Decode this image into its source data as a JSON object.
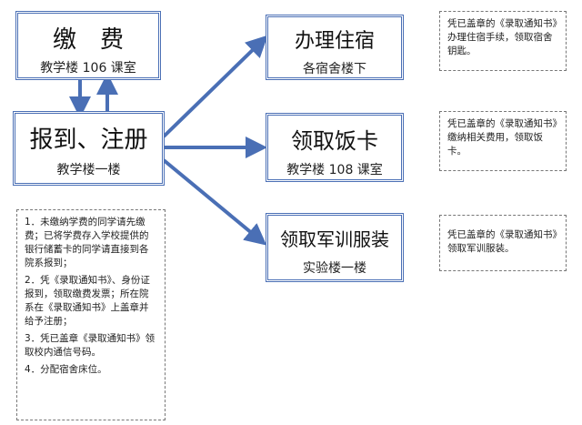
{
  "nodes": {
    "payment": {
      "title": "缴　费",
      "sub": "教学楼 106 课室"
    },
    "register": {
      "title": "报到、注册",
      "sub": "教学楼一楼"
    },
    "dorm": {
      "title": "办理住宿",
      "sub": "各宿舍楼下"
    },
    "mealcard": {
      "title": "领取饭卡",
      "sub": "教学楼 108 课室"
    },
    "uniform": {
      "title": "领取军训服装",
      "sub": "实验楼一楼"
    }
  },
  "notes": {
    "dorm": "凭已盖章的《录取通知书》办理住宿手续，领取宿舍钥匙。",
    "mealcard": "凭已盖章的《录取通知书》缴纳相关费用，领取饭卡。",
    "uniform": "凭已盖章的《录取通知书》领取军训服装。",
    "register": [
      "1．未缴纳学费的同学请先缴费；已将学费存入学校提供的银行储蓄卡的同学请直接到各院系报到；",
      "2．凭《录取通知书》、身份证报到，领取缴费发票；所在院系在《录取通知书》上盖章并给予注册；",
      "3．凭已盖章《录取通知书》领取校内通信号码。",
      "4．分配宿舍床位。"
    ]
  },
  "pilcrow": "↵",
  "colors": {
    "border": "#4a6fb5",
    "arrow": "#4a6fb5",
    "note_border": "#777777"
  }
}
